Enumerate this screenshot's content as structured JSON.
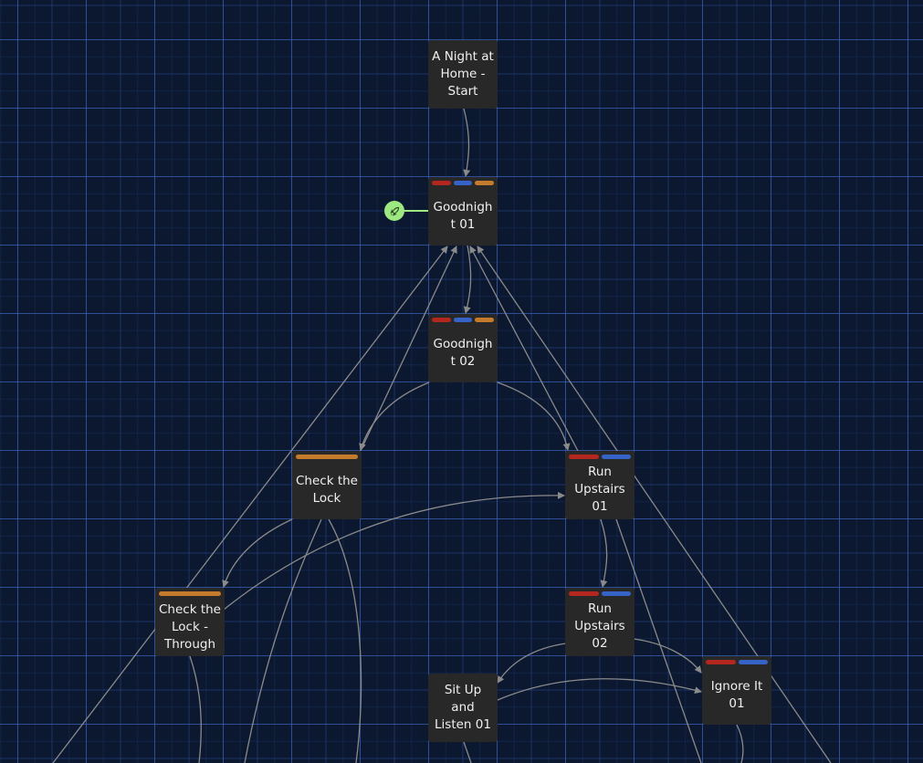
{
  "colors": {
    "red": "#b3271f",
    "blue": "#3563c7",
    "orange": "#c57b2c",
    "start_marker": "#9ee882"
  },
  "start_marker": {
    "icon": "rocket-icon"
  },
  "nodes": [
    {
      "id": "start",
      "title": "A Night at Home - Start",
      "tags": []
    },
    {
      "id": "gn01",
      "title": "Goodnight 01",
      "tags": [
        "red",
        "blue",
        "orange"
      ]
    },
    {
      "id": "gn02",
      "title": "Goodnight 02",
      "tags": [
        "red",
        "blue",
        "orange"
      ]
    },
    {
      "id": "lock",
      "title": "Check the Lock",
      "tags": [
        "orange"
      ]
    },
    {
      "id": "ru01",
      "title": "Run Upstairs 01",
      "tags": [
        "red",
        "blue"
      ]
    },
    {
      "id": "lockthrough",
      "title": "Check the Lock - Through the Ch",
      "tags": [
        "orange"
      ]
    },
    {
      "id": "ru02",
      "title": "Run Upstairs 02",
      "tags": [
        "red",
        "blue"
      ]
    },
    {
      "id": "situp",
      "title": "Sit Up and Listen 01",
      "tags": []
    },
    {
      "id": "ignore",
      "title": "Ignore It 01",
      "tags": [
        "red",
        "blue"
      ]
    }
  ]
}
